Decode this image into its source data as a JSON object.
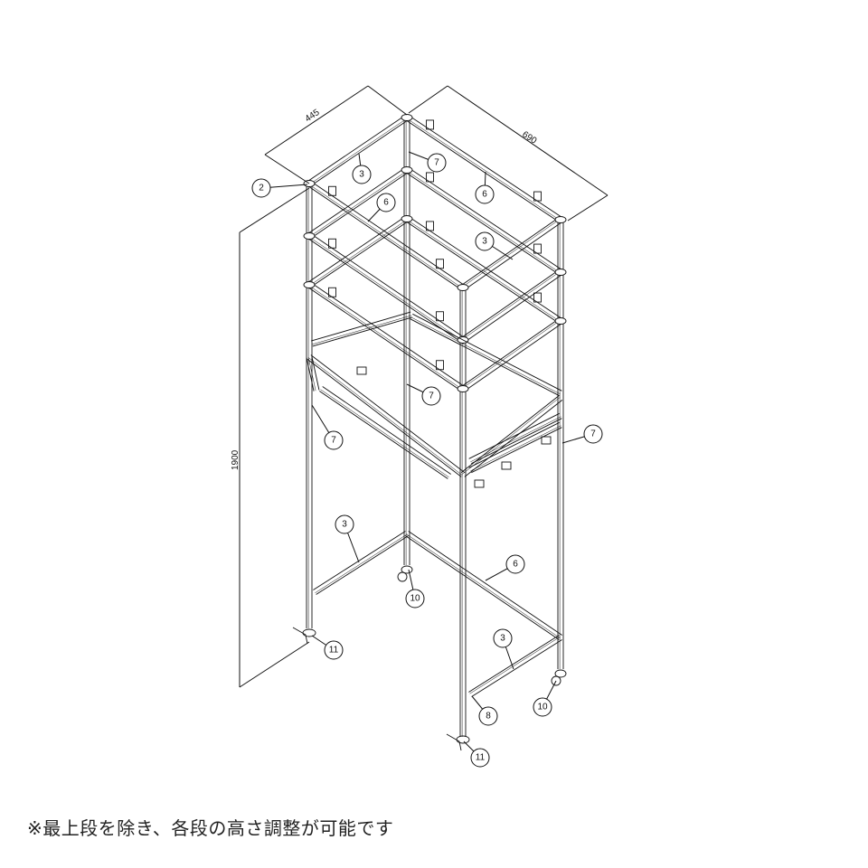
{
  "drawing": {
    "dimensions": {
      "width": "445",
      "depth": "690",
      "height": "1900"
    },
    "callouts": [
      "2",
      "3",
      "7",
      "6",
      "6",
      "3",
      "7",
      "7",
      "7",
      "3",
      "6",
      "10",
      "11",
      "3",
      "8",
      "10",
      "11"
    ],
    "colors": {
      "line": "#111111",
      "background": "#ffffff"
    }
  },
  "footer": {
    "note": "※最上段を除き、各段の高さ調整が可能です"
  }
}
